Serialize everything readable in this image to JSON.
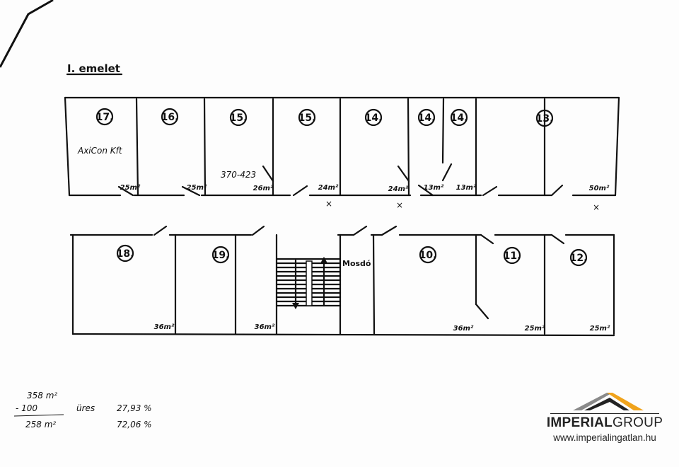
{
  "title": "I. emelet",
  "rooms_top": [
    {
      "num": "17.",
      "area": "25m²"
    },
    {
      "num": "16.",
      "area": "25m²"
    },
    {
      "num": "15.",
      "area": "26m²"
    },
    {
      "num": "15.",
      "area": "24m²"
    },
    {
      "num": "14.",
      "area": "24m²"
    },
    {
      "num": "14.",
      "area": "13m²"
    },
    {
      "num": "14.",
      "area": "13m²"
    },
    {
      "num": "13.",
      "area": "50m²"
    }
  ],
  "rooms_bottom": [
    {
      "num": "18.",
      "area": "36m²"
    },
    {
      "num": "19.",
      "area": "36m²"
    },
    {
      "num": "10.",
      "area": "36m²"
    },
    {
      "num": "11.",
      "area": "25m²"
    },
    {
      "num": "12.",
      "area": "25m²"
    }
  ],
  "tenant_label": "AxiCon Kft",
  "phone_note": "370-423",
  "washroom_label": "Mosdó",
  "calculation": {
    "total": "358 m²",
    "minus": "- 100",
    "result": "258 m²",
    "empty_label": "üres",
    "empty_percent": "27,93 %",
    "occupied_percent": "72,06 %"
  },
  "logo": {
    "brand_bold": "IMPERIAL",
    "brand_light": "GROUP",
    "url": "www.imperialingatlan.hu",
    "colors": {
      "gray": "#8a8a8a",
      "orange": "#f0a31b",
      "dark": "#222222"
    }
  }
}
